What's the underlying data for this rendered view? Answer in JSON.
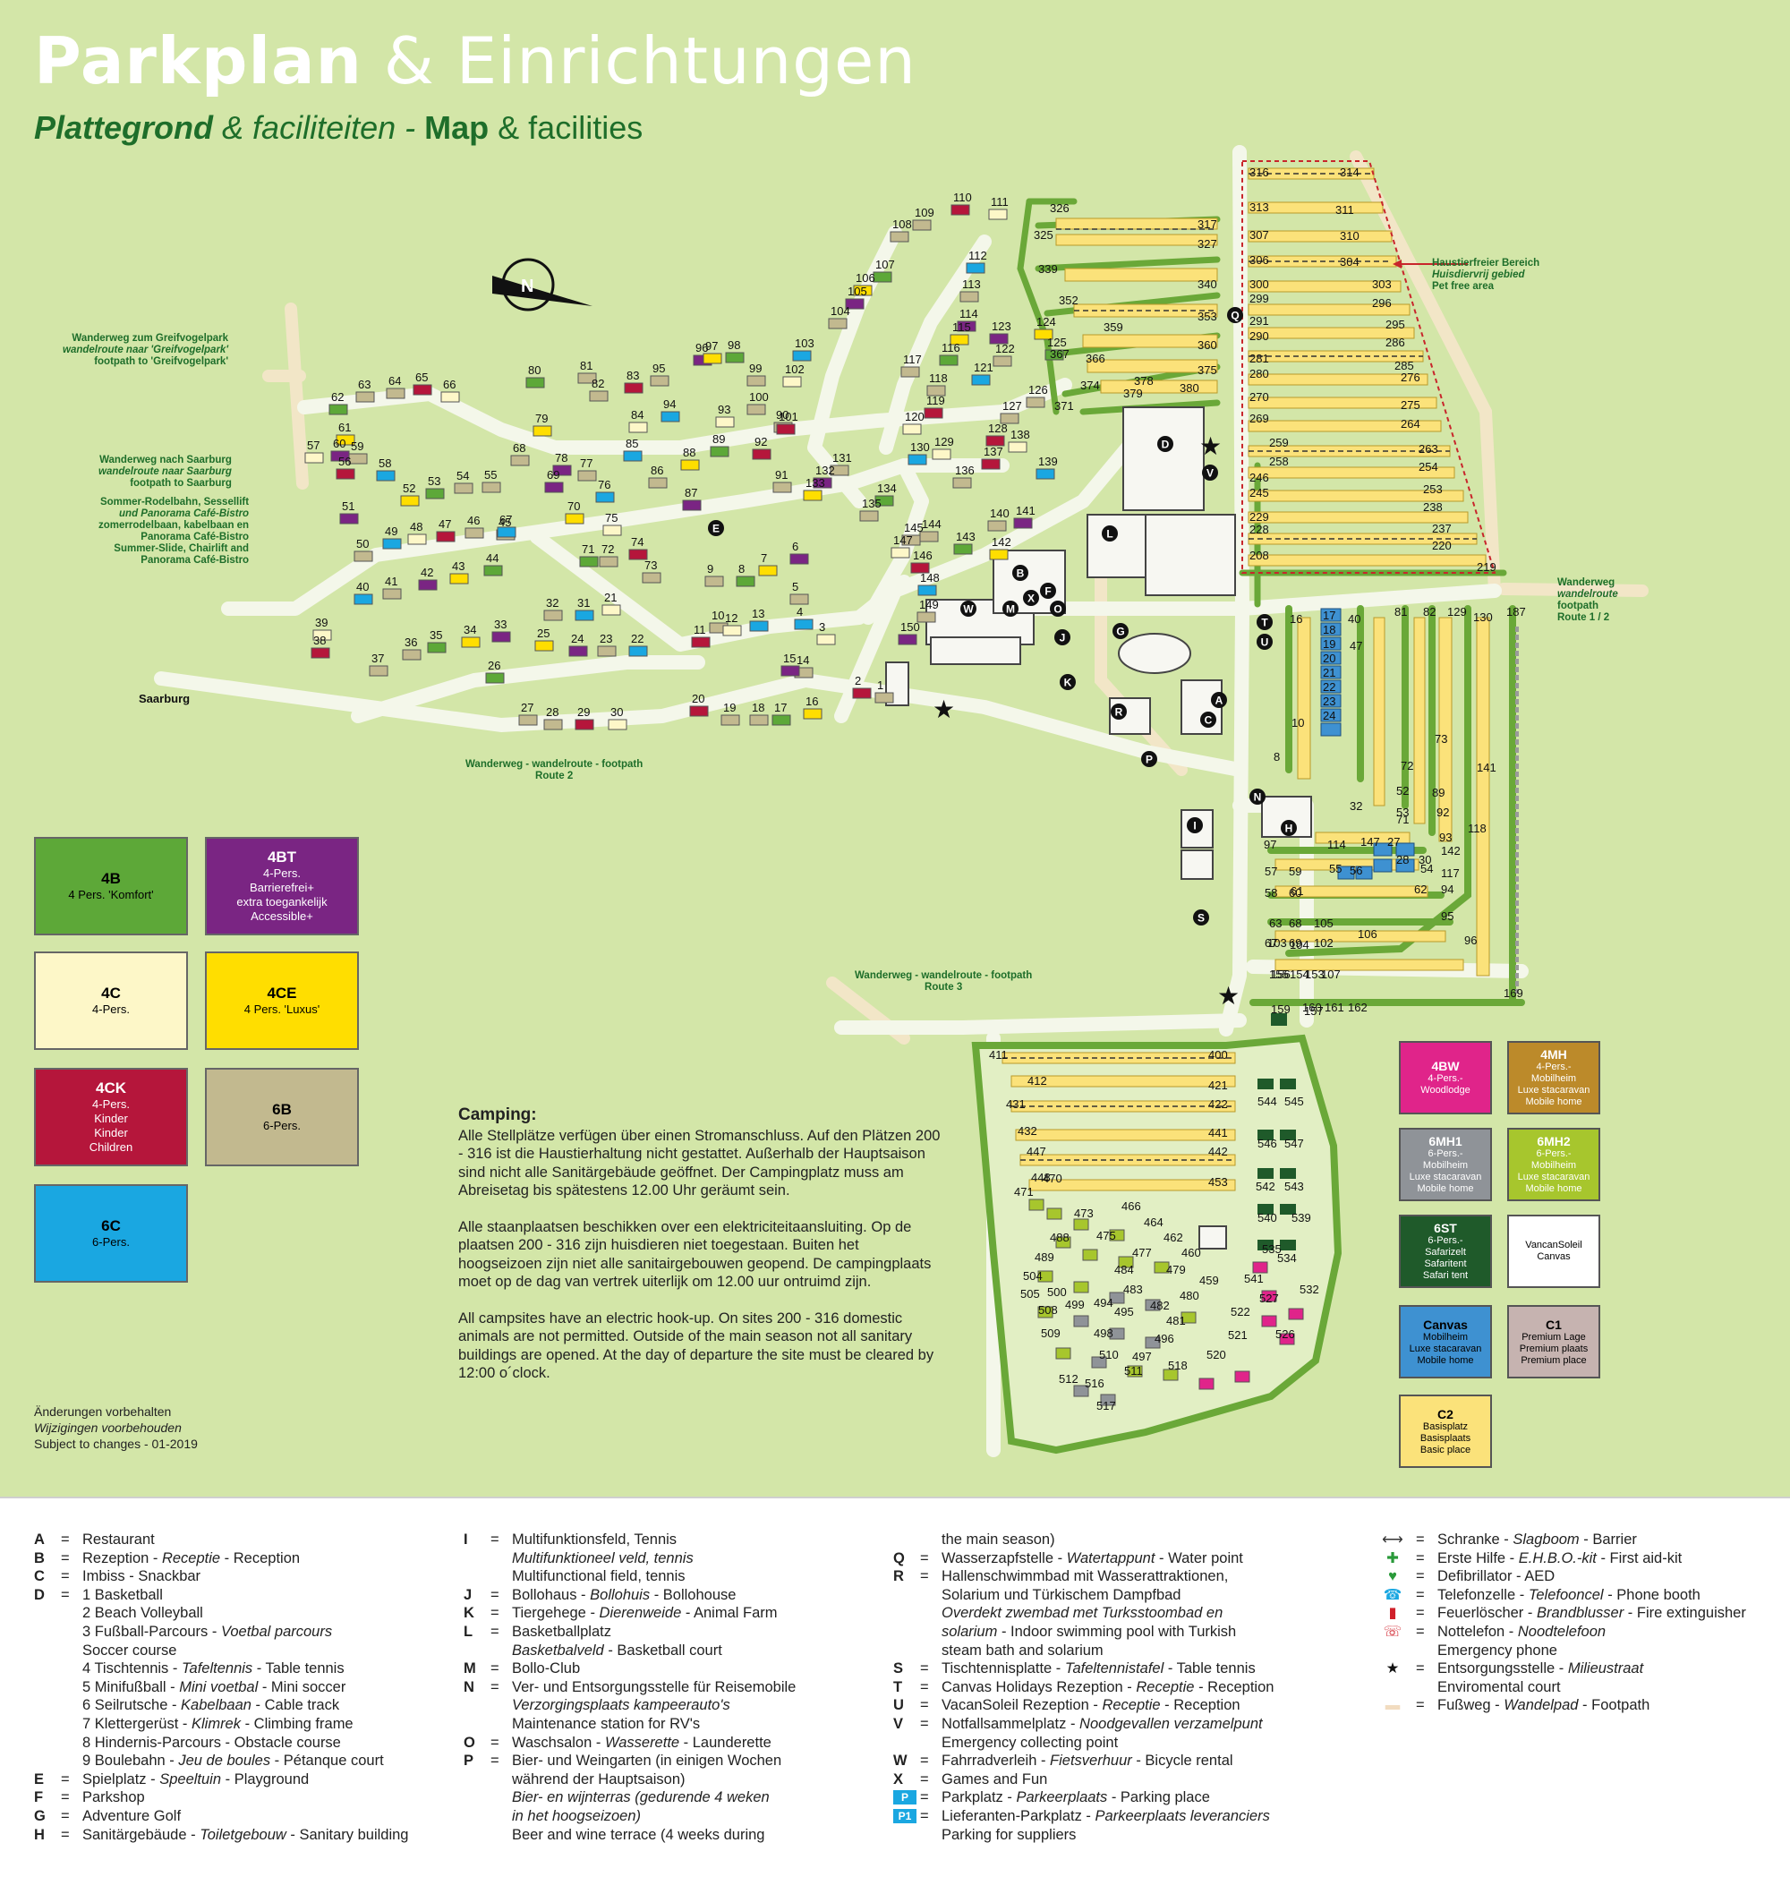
{
  "title": {
    "main_bold": "Parkplan",
    "main_light": "& Einrichtungen",
    "sub_b1": "Plattegrond",
    "sub_m1": "& faciliteiten -",
    "sub_b2": "Map",
    "sub_m2": "& facilities"
  },
  "path_labels": [
    {
      "lines": [
        "Wanderweg zum Greifvogelpark",
        "wandelroute naar 'Greifvogelpark'",
        "footpath to 'Greifvogelpark'"
      ]
    },
    {
      "lines": [
        "Wanderweg nach Saarburg",
        "wandelroute naar Saarburg",
        "footpath to Saarburg"
      ]
    },
    {
      "lines": [
        "Sommer-Rodelbahn, Sessellift",
        "und Panorama Café-Bistro",
        "zomerrodelbaan, kabelbaan en",
        "Panorama Café-Bistro",
        "Summer-Slide, Chairlift and",
        "Panorama Café-Bistro"
      ]
    },
    {
      "lines": [
        "Haustierfreier Bereich",
        "Huisdiervrij gebied",
        "Pet free area"
      ]
    },
    {
      "lines": [
        "Wanderweg",
        "wandelroute",
        "footpath",
        "Route 1 / 2"
      ]
    },
    {
      "lines": [
        "Wanderweg - wandelroute - footpath",
        "Route 2"
      ]
    },
    {
      "lines": [
        "Wanderweg - wandelroute - footpath",
        "Route 3"
      ]
    },
    {
      "lines": [
        "Saarburg"
      ]
    }
  ],
  "accommodation_legend": [
    {
      "code": "4B",
      "desc": "4 Pers. 'Komfort'",
      "color": "#5da838",
      "text": "#000"
    },
    {
      "code": "4BT",
      "desc": "4-Pers.\nBarrierefrei+\nextra toegankelijk\nAccessible+",
      "color": "#7a2583",
      "text": "#fff"
    },
    {
      "code": "4C",
      "desc": "4-Pers.",
      "color": "#fdf7c8",
      "text": "#000"
    },
    {
      "code": "4CE",
      "desc": "4 Pers. 'Luxus'",
      "color": "#ffde00",
      "text": "#000"
    },
    {
      "code": "4CK",
      "desc": "4-Pers.\nKinder\nKinder\nChildren",
      "color": "#b5163b",
      "text": "#fff"
    },
    {
      "code": "6B",
      "desc": "6-Pers.",
      "color": "#c2b98f",
      "text": "#000"
    },
    {
      "code": "6C",
      "desc": "6-Pers.",
      "color": "#1aa7e1",
      "text": "#000"
    }
  ],
  "site_legend": [
    {
      "code": "4BW",
      "desc": "4-Pers.-\nWoodlodge",
      "color": "#e0248a",
      "text": "#fff"
    },
    {
      "code": "4MH",
      "desc": "4-Pers.-\nMobilheim\nLuxe stacaravan\nMobile home",
      "color": "#bc8a2a",
      "text": "#fff"
    },
    {
      "code": "6MH1",
      "desc": "6-Pers.-\nMobilheim\nLuxe stacaravan\nMobile home",
      "color": "#8f9398",
      "text": "#fff"
    },
    {
      "code": "6MH2",
      "desc": "6-Pers.-\nMobilheim\nLuxe stacaravan\nMobile home",
      "color": "#a7c62d",
      "text": "#fff"
    },
    {
      "code": "6ST",
      "desc": "6-Pers.-\nSafarizelt\nSafaritent\nSafari tent",
      "color": "#1f5a2a",
      "text": "#fff"
    },
    {
      "code": "",
      "desc": "VancanSoleil\nCanvas",
      "color": "#ffffff",
      "text": "#000"
    },
    {
      "code": "Canvas",
      "desc": "Mobilheim\nLuxe stacaravan\nMobile home",
      "color": "#3e91d1",
      "text": "#000"
    },
    {
      "code": "C1",
      "desc": "Premium Lage\nPremium plaats\nPremium place",
      "color": "#c6b3b0",
      "text": "#000"
    },
    {
      "code": "C2",
      "desc": "Basisplatz\nBasisplaats\nBasic place",
      "color": "#fbe27a",
      "text": "#000"
    }
  ],
  "camping": {
    "heading": "Camping:",
    "de": "Alle Stellplätze verfügen über einen Stromanschluss. Auf den Plätzen 200 - 316 ist die Haustierhaltung nicht gestattet. Außerhalb der Hauptsaison sind nicht alle Sanitärgebäude geöffnet. Der Campingplatz muss am Abreisetag bis spätestens 12.00 Uhr geräumt sein.",
    "nl": "Alle staanplaatsen beschikken over een elektriciteitaansluiting. Op de plaatsen 200 - 316 zijn huisdieren niet toegestaan. Buiten het hoogseizoen zijn niet alle sanitairgebouwen geopend. De campingplaats moet op de dag van vertrek uiterlijk om 12.00 uur ontruimd zijn.",
    "en": "All campsites have an electric hook-up. On sites 200 - 316 domestic animals are not permitted. Outside of the main season not all sanitary buildings are opened. At the day of departure the site must be cleared by 12:00 o´clock."
  },
  "changes": {
    "de": "Änderungen vorbehalten",
    "nl": "Wijzigingen voorbehouden",
    "en": "Subject to changes - 01-2019"
  },
  "map_letters": [
    "A",
    "B",
    "C",
    "D",
    "E",
    "F",
    "G",
    "H",
    "I",
    "J",
    "K",
    "L",
    "M",
    "N",
    "O",
    "P",
    "Q",
    "R",
    "S",
    "T",
    "U",
    "V",
    "W",
    "X"
  ],
  "key": {
    "col1": [
      {
        "k": "A",
        "t": "Restaurant"
      },
      {
        "k": "B",
        "t": "Rezeption - <i>Receptie</i> - Reception"
      },
      {
        "k": "C",
        "t": "Imbiss - Snackbar"
      },
      {
        "k": "D",
        "t": "1  Basketball"
      },
      {
        "k": "",
        "t": "2  Beach Volleyball"
      },
      {
        "k": "",
        "t": "3  Fußball-Parcours - <i>Voetbal parcours</i>"
      },
      {
        "k": "",
        "t": "    Soccer course"
      },
      {
        "k": "",
        "t": "4  Tischtennis - <i>Tafeltennis</i> - Table tennis"
      },
      {
        "k": "",
        "t": "5  Minifußball - <i>Mini voetbal</i> - Mini soccer"
      },
      {
        "k": "",
        "t": "6  Seilrutsche - <i>Kabelbaan</i> - Cable track"
      },
      {
        "k": "",
        "t": "7  Klettergerüst - <i>Klimrek</i> - Climbing frame"
      },
      {
        "k": "",
        "t": "8  Hindernis-Parcours - Obstacle course"
      },
      {
        "k": "",
        "t": "9  Boulebahn - <i>Jeu de boules</i> - Pétanque court"
      },
      {
        "k": "E",
        "t": "Spielplatz - <i>Speeltuin</i> - Playground"
      },
      {
        "k": "F",
        "t": "Parkshop"
      },
      {
        "k": "G",
        "t": "Adventure Golf"
      },
      {
        "k": "H",
        "t": "Sanitärgebäude - <i>Toiletgebouw</i> - Sanitary building"
      }
    ],
    "col2": [
      {
        "k": "I",
        "t": "Multifunktionsfeld, Tennis"
      },
      {
        "k": "",
        "t": "<i>Multifunktioneel veld, tennis</i>"
      },
      {
        "k": "",
        "t": "Multifunctional field, tennis"
      },
      {
        "k": "J",
        "t": "Bollohaus - <i>Bollohuis</i> - Bollohouse"
      },
      {
        "k": "K",
        "t": "Tiergehege - <i>Dierenweide</i> - Animal Farm"
      },
      {
        "k": "L",
        "t": "Basketballplatz"
      },
      {
        "k": "",
        "t": "<i>Basketbalveld</i> - Basketball court"
      },
      {
        "k": "M",
        "t": "Bollo-Club"
      },
      {
        "k": "N",
        "t": "Ver- und Entsorgungsstelle für Reisemobile"
      },
      {
        "k": "",
        "t": "<i>Verzorgingsplaats kampeerauto's</i>"
      },
      {
        "k": "",
        "t": "Maintenance station for RV's"
      },
      {
        "k": "O",
        "t": "Waschsalon - <i>Wasserette</i> - Launderette"
      },
      {
        "k": "P",
        "t": "Bier- und Weingarten (in einigen Wochen"
      },
      {
        "k": "",
        "t": "während der Hauptsaison)"
      },
      {
        "k": "",
        "t": "<i>Bier- en wijnterras (gedurende 4 weken</i>"
      },
      {
        "k": "",
        "t": "<i>in het hoogseizoen)</i>"
      },
      {
        "k": "",
        "t": "Beer and wine terrace (4 weeks during"
      }
    ],
    "col3": [
      {
        "k": "",
        "t": "the main season)"
      },
      {
        "k": "Q",
        "t": "Wasserzapfstelle - <i>Watertappunt</i> - Water point"
      },
      {
        "k": "R",
        "t": "Hallenschwimmbad mit Wasserattraktionen,"
      },
      {
        "k": "",
        "t": "Solarium und Türkischem Dampfbad"
      },
      {
        "k": "",
        "t": "<i>Overdekt zwembad met Turksstoombad en</i>"
      },
      {
        "k": "",
        "t": "<i>solarium</i> - Indoor swimming pool with Turkish"
      },
      {
        "k": "",
        "t": "steam bath and solarium"
      },
      {
        "k": "S",
        "t": "Tischtennisplatte - <i>Tafeltennistafel</i> - Table tennis"
      },
      {
        "k": "T",
        "t": "Canvas Holidays Rezeption - <i>Receptie</i> - Reception"
      },
      {
        "k": "U",
        "t": "VacanSoleil Rezeption - <i>Receptie</i> - Reception"
      },
      {
        "k": "V",
        "t": "Notfallsammelplatz - <i>Noodgevallen verzamelpunt</i>"
      },
      {
        "k": "",
        "t": "Emergency collecting point"
      },
      {
        "k": "W",
        "t": "Fahrradverleih - <i>Fietsverhuur</i> - Bicycle rental"
      },
      {
        "k": "X",
        "t": "Games and Fun"
      },
      {
        "k": "P",
        "t": "Parkplatz - <i>Parkeerplaats</i> - Parking place"
      },
      {
        "k": "P1",
        "t": "Lieferanten-Parkplatz - <i>Parkeerplaats leveranciers</i>"
      },
      {
        "k": "",
        "t": "Parking for suppliers"
      }
    ],
    "col4": [
      {
        "icon": "barrier",
        "t": "Schranke - <i>Slagboom</i> - Barrier"
      },
      {
        "icon": "first-aid",
        "t": "Erste Hilfe - <i>E.H.B.O.-kit</i> - First aid-kit"
      },
      {
        "icon": "aed",
        "t": "Defibrillator - AED"
      },
      {
        "icon": "phone",
        "t": "Telefonzelle - <i>Telefooncel</i> - Phone booth"
      },
      {
        "icon": "extinguisher",
        "t": "Feuerlöscher - <i>Brandblusser</i> - Fire extinguisher"
      },
      {
        "icon": "emergency-phone",
        "t": "Nottelefon - <i>Noodtelefoon</i>"
      },
      {
        "icon": "",
        "t": "Emergency phone"
      },
      {
        "icon": "star",
        "t": "Entsorgungsstelle - <i>Milieustraat</i>"
      },
      {
        "icon": "",
        "t": "Enviromental court"
      },
      {
        "icon": "footpath",
        "t": "Fußweg - <i>Wandelpad</i> - Footpath"
      }
    ]
  },
  "bungalow_numbers": [
    "1",
    "2",
    "3",
    "4",
    "5",
    "6",
    "7",
    "8",
    "9",
    "10",
    "11",
    "12",
    "13",
    "14",
    "15",
    "16",
    "17",
    "18",
    "19",
    "20",
    "21",
    "22",
    "23",
    "24",
    "25",
    "26",
    "27",
    "28",
    "29",
    "30",
    "31",
    "32",
    "33",
    "34",
    "35",
    "36",
    "37",
    "38",
    "39",
    "40",
    "41",
    "42",
    "43",
    "44",
    "45",
    "46",
    "47",
    "48",
    "49",
    "50",
    "51",
    "52",
    "53",
    "54",
    "55",
    "56",
    "57",
    "58",
    "59",
    "60",
    "61",
    "62",
    "63",
    "64",
    "65",
    "66",
    "67",
    "68",
    "69",
    "70",
    "71",
    "72",
    "73",
    "74",
    "75",
    "76",
    "77",
    "78",
    "79",
    "80",
    "81",
    "82",
    "83",
    "84",
    "85",
    "86",
    "87",
    "88",
    "89",
    "90",
    "91",
    "92",
    "93",
    "94",
    "95",
    "96",
    "97",
    "98",
    "99",
    "100",
    "101",
    "102",
    "103",
    "104",
    "105",
    "106",
    "107",
    "108",
    "109",
    "110",
    "111",
    "112",
    "113",
    "114",
    "115",
    "116",
    "117",
    "118",
    "119",
    "120",
    "121",
    "122",
    "123",
    "124",
    "125",
    "126",
    "127",
    "128",
    "129",
    "130",
    "131",
    "132",
    "133",
    "134",
    "135",
    "136",
    "137",
    "138",
    "139",
    "140",
    "141",
    "142",
    "143",
    "144",
    "145",
    "146",
    "147",
    "148",
    "149",
    "150"
  ],
  "pitch_numbers_upper": [
    "326",
    "317",
    "325",
    "327",
    "339",
    "340",
    "352",
    "353",
    "359",
    "360",
    "366",
    "367",
    "375",
    "374",
    "378",
    "379",
    "380",
    "371",
    "316",
    "314",
    "313",
    "311",
    "307",
    "310",
    "306",
    "304",
    "300",
    "303",
    "299",
    "296",
    "291",
    "295",
    "290",
    "286",
    "281",
    "285",
    "280",
    "276",
    "270",
    "275",
    "269",
    "264",
    "259",
    "263",
    "258",
    "254",
    "246",
    "253",
    "245",
    "238",
    "229",
    "237",
    "228",
    "220",
    "208",
    "219"
  ],
  "pitch_numbers_lower": [
    "400",
    "411",
    "412",
    "421",
    "431",
    "422",
    "432",
    "441",
    "447",
    "442",
    "448",
    "453",
    "470",
    "471",
    "473",
    "466",
    "464",
    "462",
    "460",
    "459",
    "475",
    "477",
    "479",
    "480",
    "481",
    "482",
    "483",
    "484",
    "488",
    "489",
    "494",
    "495",
    "496",
    "497",
    "498",
    "499",
    "500",
    "504",
    "505",
    "508",
    "509",
    "510",
    "511",
    "512",
    "516",
    "517",
    "518",
    "520",
    "521",
    "522",
    "526",
    "527",
    "532",
    "534",
    "535",
    "539",
    "540",
    "541",
    "542",
    "543",
    "544",
    "545",
    "546",
    "547"
  ],
  "pitch_numbers_mid": [
    "187",
    "16",
    "40",
    "47",
    "81",
    "82",
    "129",
    "130",
    "10",
    "17",
    "18",
    "19",
    "20",
    "21",
    "22",
    "23",
    "24",
    "8",
    "32",
    "52",
    "53",
    "71",
    "72",
    "73",
    "89",
    "92",
    "93",
    "118",
    "141",
    "142",
    "117",
    "94",
    "95",
    "96",
    "97",
    "114",
    "147",
    "27",
    "28",
    "30",
    "54",
    "55",
    "56",
    "57",
    "58",
    "59",
    "60",
    "61",
    "62",
    "63",
    "67",
    "68",
    "69",
    "102",
    "103",
    "104",
    "105",
    "106",
    "107",
    "153",
    "154",
    "155",
    "156",
    "157",
    "159",
    "160",
    "161",
    "162",
    "169"
  ]
}
